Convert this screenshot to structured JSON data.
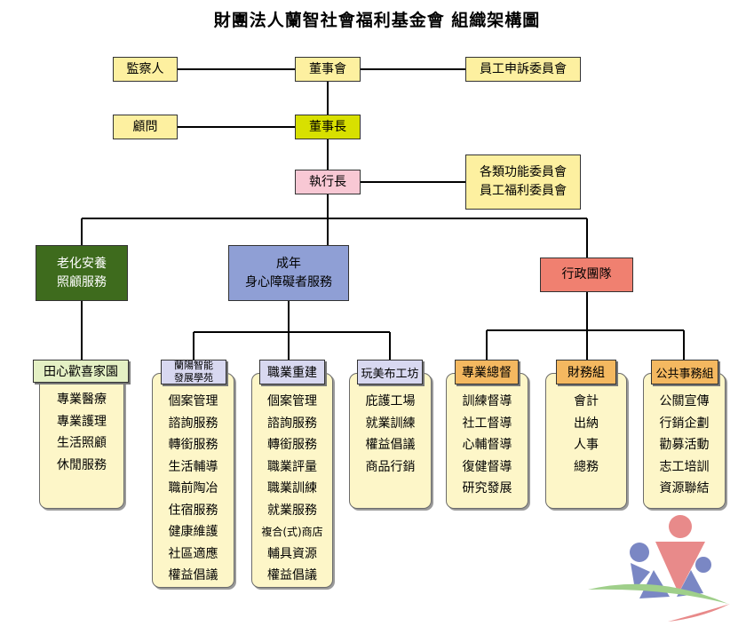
{
  "title": "財團法人蘭智社會福利基金會  組織架構圖",
  "nodes": {
    "supervisor": "監察人",
    "board": "董事會",
    "grievance": "員工申訴委員會",
    "advisor": "顧問",
    "chairman": "董事長",
    "ceo": "執行長",
    "committees": [
      "各類功能委員會",
      "員工福利委員會"
    ],
    "aging": [
      "老化安養",
      "照顧服務"
    ],
    "adult": [
      "成年",
      "身心障礙者服務"
    ],
    "admin": "行政團隊"
  },
  "units": [
    {
      "name": "田心歡喜家園",
      "items": [
        "專業醫療",
        "專業護理",
        "生活照顧",
        "休閒服務"
      ]
    },
    {
      "name": [
        "蘭陽智能",
        "發展學苑"
      ],
      "items": [
        "個案管理",
        "諮詢服務",
        "轉銜服務",
        "生活輔導",
        "職前陶冶",
        "住宿服務",
        "健康維護",
        "社區適應",
        "權益倡議"
      ]
    },
    {
      "name": "職業重建",
      "items": [
        "個案管理",
        "諮詢服務",
        "轉銜服務",
        "職業評量",
        "職業訓練",
        "就業服務",
        "複合(式)商店",
        "輔具資源",
        "權益倡議"
      ]
    },
    {
      "name": "玩美布工坊",
      "items": [
        "庇護工場",
        "就業訓練",
        "權益倡議",
        "商品行銷"
      ]
    },
    {
      "name": "專業總督",
      "items": [
        "訓練督導",
        "社工督導",
        "心輔督導",
        "復健督導",
        "研究發展"
      ]
    },
    {
      "name": "財務組",
      "items": [
        "會計",
        "出納",
        "人事",
        "總務"
      ]
    },
    {
      "name": "公共事務組",
      "items": [
        "公關宣傳",
        "行銷企劃",
        "勸募活動",
        "志工培訓",
        "資源聯結"
      ]
    }
  ],
  "colors": {
    "top_box": "#fdf0a0",
    "chairman": "#d8e000",
    "ceo": "#f8c8d4",
    "aging": "#3e6b1d",
    "adult": "#8f9fd5",
    "admin": "#f08070",
    "panel": "#fdf6c8",
    "unit_aging": "#e4f0c4",
    "unit_adult": "#d8d8f0",
    "unit_admin": "#f4b860"
  },
  "logo": "foundation-logo"
}
